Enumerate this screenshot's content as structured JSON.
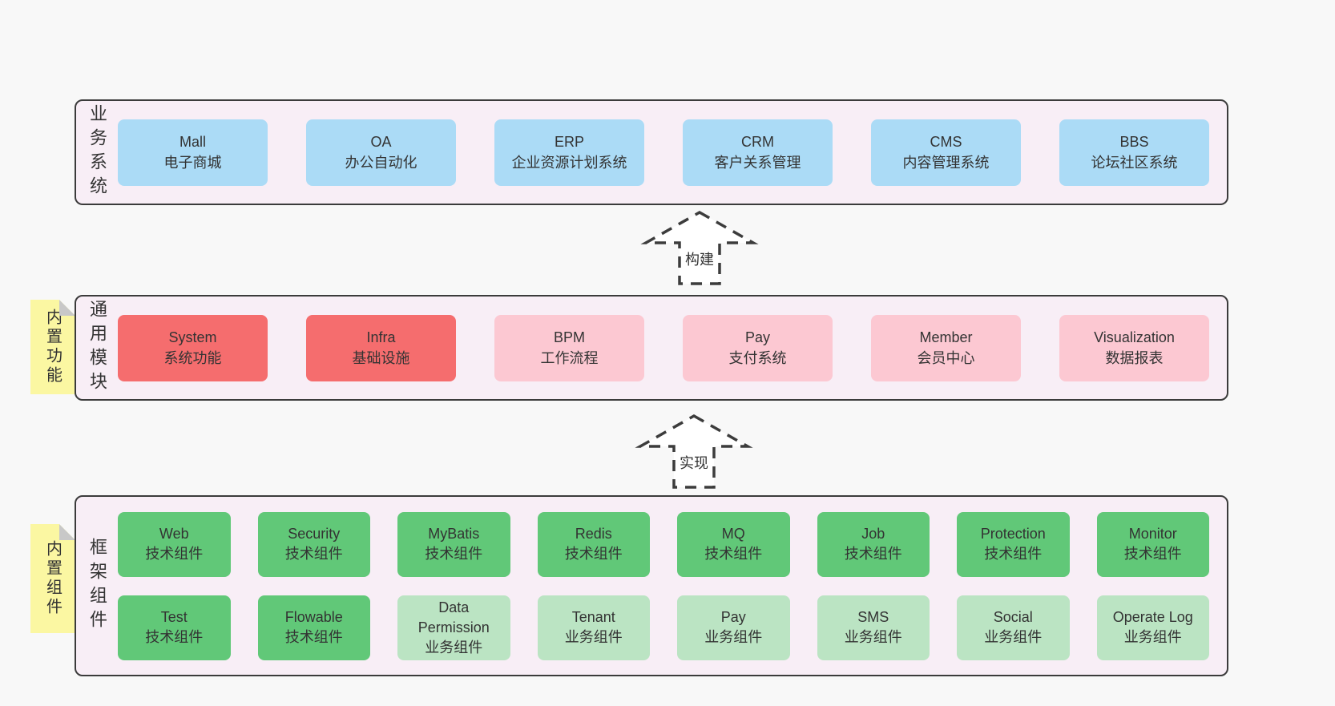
{
  "colors": {
    "page_bg": "#f8f8f8",
    "layer_bg": "#f8eef6",
    "layer_border": "#3b3b3b",
    "blue": "#abdbf6",
    "red": "#f56d6e",
    "pink": "#fcc8d2",
    "green": "#61c878",
    "light_green": "#bbe4c3",
    "sticky_yellow": "#fbf7a2",
    "sticky_fold": "#c8c8c8",
    "text": "#333333"
  },
  "arrows": [
    {
      "label": "构建"
    },
    {
      "label": "实现"
    }
  ],
  "layers": [
    {
      "id": "business-systems",
      "side_label": "业务系统",
      "rows": [
        [
          {
            "name": "Mall",
            "desc": "电子商城",
            "variant": "blue"
          },
          {
            "name": "OA",
            "desc": "办公自动化",
            "variant": "blue"
          },
          {
            "name": "ERP",
            "desc": "企业资源计划系统",
            "variant": "blue"
          },
          {
            "name": "CRM",
            "desc": "客户关系管理",
            "variant": "blue"
          },
          {
            "name": "CMS",
            "desc": "内容管理系统",
            "variant": "blue"
          },
          {
            "name": "BBS",
            "desc": "论坛社区系统",
            "variant": "blue"
          }
        ]
      ]
    },
    {
      "id": "common-modules",
      "side_label": "通用模块",
      "sticky_label": "内置功能",
      "rows": [
        [
          {
            "name": "System",
            "desc": "系统功能",
            "variant": "red"
          },
          {
            "name": "Infra",
            "desc": "基础设施",
            "variant": "red"
          },
          {
            "name": "BPM",
            "desc": "工作流程",
            "variant": "pink"
          },
          {
            "name": "Pay",
            "desc": "支付系统",
            "variant": "pink"
          },
          {
            "name": "Member",
            "desc": "会员中心",
            "variant": "pink"
          },
          {
            "name": "Visualization",
            "desc": "数据报表",
            "variant": "pink"
          }
        ]
      ]
    },
    {
      "id": "framework-components",
      "side_label": "框架组件",
      "sticky_label": "内置组件",
      "rows": [
        [
          {
            "name": "Web",
            "desc": "技术组件",
            "variant": "green"
          },
          {
            "name": "Security",
            "desc": "技术组件",
            "variant": "green"
          },
          {
            "name": "MyBatis",
            "desc": "技术组件",
            "variant": "green"
          },
          {
            "name": "Redis",
            "desc": "技术组件",
            "variant": "green"
          },
          {
            "name": "MQ",
            "desc": "技术组件",
            "variant": "green"
          },
          {
            "name": "Job",
            "desc": "技术组件",
            "variant": "green"
          },
          {
            "name": "Protection",
            "desc": "技术组件",
            "variant": "green"
          },
          {
            "name": "Monitor",
            "desc": "技术组件",
            "variant": "green"
          }
        ],
        [
          {
            "name": "Test",
            "desc": "技术组件",
            "variant": "green"
          },
          {
            "name": "Flowable",
            "desc": "技术组件",
            "variant": "green"
          },
          {
            "name": "Data Permission",
            "desc": "业务组件",
            "variant": "light_green"
          },
          {
            "name": "Tenant",
            "desc": "业务组件",
            "variant": "light_green"
          },
          {
            "name": "Pay",
            "desc": "业务组件",
            "variant": "light_green"
          },
          {
            "name": "SMS",
            "desc": "业务组件",
            "variant": "light_green"
          },
          {
            "name": "Social",
            "desc": "业务组件",
            "variant": "light_green"
          },
          {
            "name": "Operate Log",
            "desc": "业务组件",
            "variant": "light_green"
          }
        ]
      ]
    }
  ]
}
